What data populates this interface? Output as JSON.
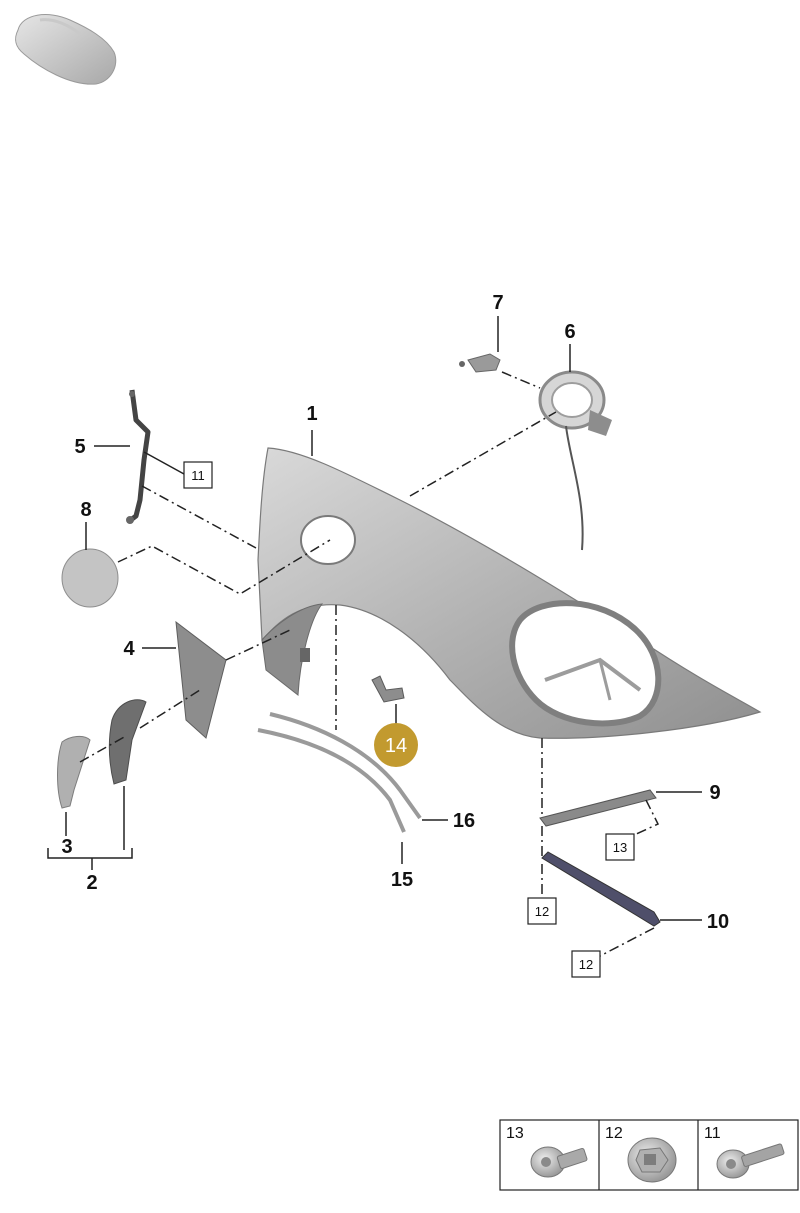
{
  "parts": {
    "p1": "1",
    "p2": "2",
    "p3": "3",
    "p4": "4",
    "p5": "5",
    "p6": "6",
    "p7": "7",
    "p8": "8",
    "p9": "9",
    "p10": "10",
    "p14": "14",
    "p15": "15",
    "p16": "16"
  },
  "boxes": {
    "b11": "11",
    "b12a": "12",
    "b12b": "12",
    "b13": "13"
  },
  "legend": {
    "l13": "13",
    "l12": "12",
    "l11": "11"
  },
  "colors": {
    "highlight": "#C29A2F",
    "part_gray": "#B8B8B8",
    "part_dark": "#6E6E6E",
    "line": "#222222"
  }
}
